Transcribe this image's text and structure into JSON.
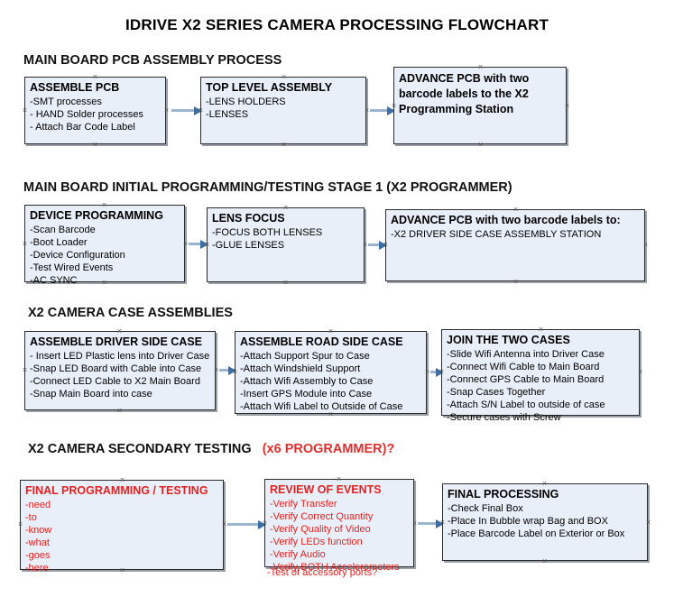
{
  "document": {
    "title": "IDRIVE X2  SERIES CAMERA PROCESSING FLOWCHART"
  },
  "colors": {
    "box_fill": "#e9eff8",
    "box_border": "#2b2b2b",
    "connector": "#9bb4cf",
    "arrow_head": "#3b6ea5",
    "text": "#000000",
    "accent_red": "#e12222"
  },
  "sections": [
    {
      "id": "main-board-pcb-assembly",
      "heading": "MAIN BOARD PCB ASSEMBLY PROCESS",
      "heading_accent": "",
      "nodes": [
        {
          "id": "assemble-pcb",
          "title": "ASSEMBLE PCB",
          "items": [
            "-SMT processes",
            "- HAND Solder processes",
            "- Attach Bar Code Label"
          ]
        },
        {
          "id": "top-level-assembly",
          "title": "TOP LEVEL ASSEMBLY",
          "items": [
            "-LENS HOLDERS",
            "-LENSES"
          ]
        },
        {
          "id": "advance-pcb-x2-programming-station",
          "title": "ADVANCE PCB with two barcode labels to the  X2 Programming Station",
          "items": []
        }
      ]
    },
    {
      "id": "main-board-initial-programming",
      "heading": "MAIN BOARD INITIAL PROGRAMMING/TESTING STAGE 1 (X2 PROGRAMMER)",
      "heading_accent": "",
      "nodes": [
        {
          "id": "device-programming",
          "title": "DEVICE PROGRAMMING",
          "items": [
            "-Scan Barcode",
            "-Boot Loader",
            "-Device Configuration",
            "-Test Wired Events",
            "-AC SYNC"
          ]
        },
        {
          "id": "lens-focus",
          "title": "LENS FOCUS",
          "items": [
            "-FOCUS BOTH LENSES",
            "-GLUE LENSES"
          ]
        },
        {
          "id": "advance-pcb-driver-side-case",
          "title": "ADVANCE PCB with two barcode labels to:",
          "items": [
            "-X2 DRIVER  SIDE  CASE  ASSEMBLY STATION"
          ]
        }
      ]
    },
    {
      "id": "x2-camera-case-assemblies",
      "heading": "X2 CAMERA CASE ASSEMBLIES",
      "heading_accent": "",
      "nodes": [
        {
          "id": "assemble-driver-side-case",
          "title": "ASSEMBLE DRIVER SIDE CASE",
          "items": [
            "- Insert LED Plastic lens into Driver Case",
            "-Snap LED Board with Cable into Case",
            "-Connect LED Cable to X2 Main Board",
            "-Snap Main Board into case"
          ]
        },
        {
          "id": "assemble-road-side-case",
          "title": "ASSEMBLE ROAD SIDE CASE",
          "items": [
            "-Attach Support Spur to Case",
            "-Attach Windshield Support",
            "-Attach Wifi Assembly to Case",
            "-Insert GPS Module into Case",
            "-Attach Wifi Label to Outside of Case"
          ]
        },
        {
          "id": "join-the-two-cases",
          "title": "JOIN THE TWO CASES",
          "items": [
            "-Slide Wifi Antenna into Driver Case",
            "-Connect Wifi Cable to Main Board",
            "-Connect GPS Cable to Main Board",
            "-Snap Cases Together",
            "-Attach S/N Label to outside of case",
            "-Secure cases with Screw"
          ]
        }
      ]
    },
    {
      "id": "x2-camera-secondary-testing",
      "heading": "X2 CAMERA SECONDARY TESTING",
      "heading_accent": "(x6 PROGRAMMER)?",
      "nodes": [
        {
          "id": "final-programming-testing",
          "title": "FINAL PROGRAMMING / TESTING",
          "items": [
            "-need",
            "-to",
            "-know",
            "-what",
            "-goes",
            "-here"
          ]
        },
        {
          "id": "review-of-events",
          "title": "REVIEW OF EVENTS",
          "items": [
            "-Verify Transfer",
            "-Verify Correct Quantity",
            "-Verify Quality of Video",
            "-Verify LEDs function",
            "-Verify Audio",
            "-Verify BOTH Accelerometers"
          ],
          "overflow_item": "-Test of accessory ports?"
        },
        {
          "id": "final-processing",
          "title": "FINAL PROCESSING",
          "items": [
            " -Check Final Box",
            "-Place In Bubble wrap Bag and BOX",
            "-Place Barcode Label on Exterior or Box"
          ]
        }
      ]
    }
  ]
}
